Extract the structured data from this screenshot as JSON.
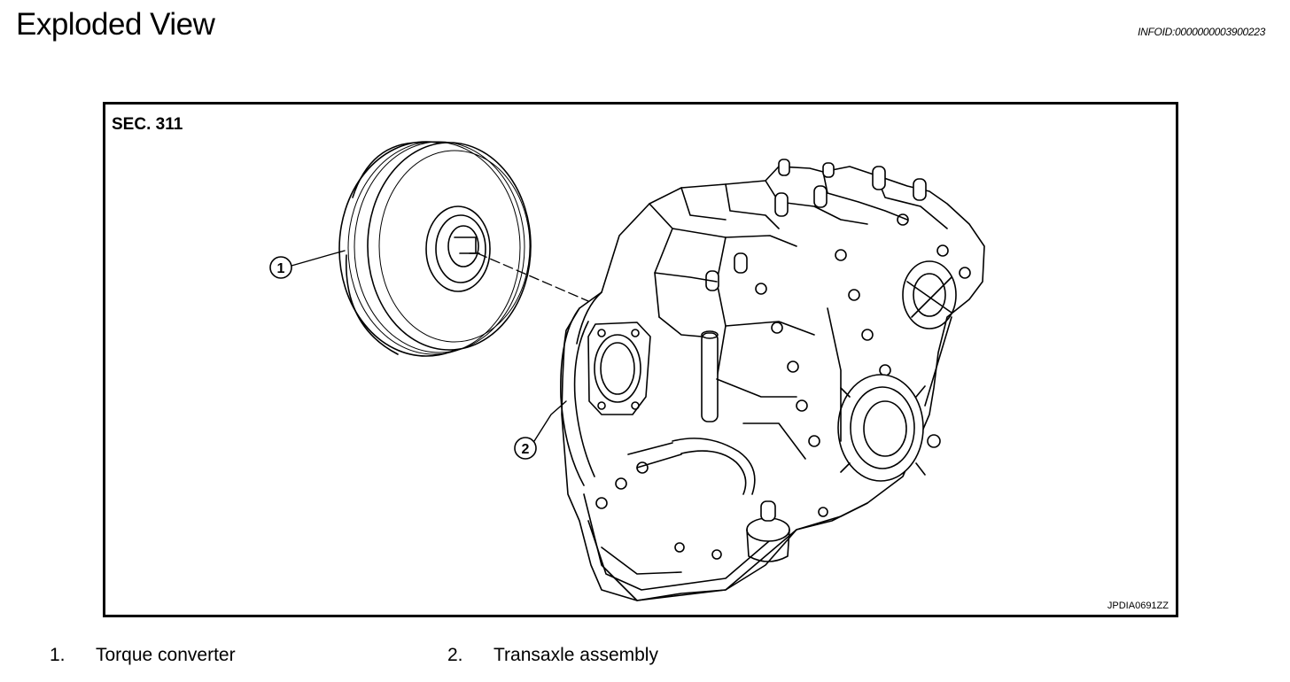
{
  "header": {
    "title": "Exploded View",
    "info_id": "INFOID:0000000003900223"
  },
  "figure": {
    "section": "SEC. 311",
    "code": "JPDIA0691ZZ",
    "callouts": [
      {
        "number": "1"
      },
      {
        "number": "2"
      }
    ]
  },
  "legend": [
    {
      "number": "1.",
      "text": "Torque converter"
    },
    {
      "number": "2.",
      "text": "Transaxle assembly"
    }
  ]
}
